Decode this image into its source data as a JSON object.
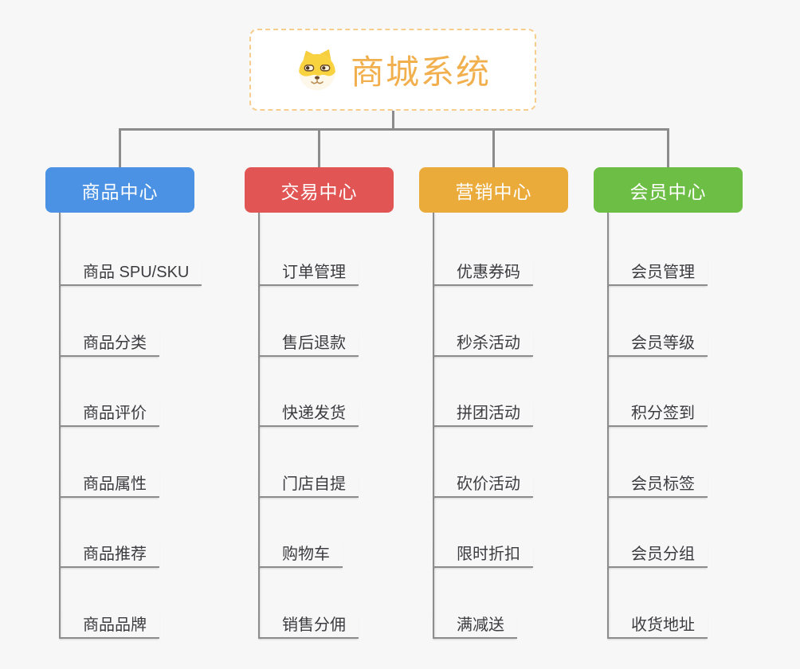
{
  "root": {
    "title": "商城系统",
    "icon": "dog-face-icon"
  },
  "branches": [
    {
      "label": "商品中心",
      "color": "#4B92E5",
      "items": [
        "商品 SPU/SKU",
        "商品分类",
        "商品评价",
        "商品属性",
        "商品推荐",
        "商品品牌"
      ]
    },
    {
      "label": "交易中心",
      "color": "#E15654",
      "items": [
        "订单管理",
        "售后退款",
        "快递发货",
        "门店自提",
        "购物车",
        "销售分佣"
      ]
    },
    {
      "label": "营销中心",
      "color": "#EAAB3B",
      "items": [
        "优惠券码",
        "秒杀活动",
        "拼团活动",
        "砍价活动",
        "限时折扣",
        "满减送"
      ]
    },
    {
      "label": "会员中心",
      "color": "#6CBE45",
      "items": [
        "会员管理",
        "会员等级",
        "积分签到",
        "会员标签",
        "会员分组",
        "收货地址"
      ]
    }
  ],
  "colors": {
    "background": "#F7F7F7",
    "connector_line": "#8C8C8C",
    "root_border": "#F6CD8D",
    "root_text": "#F1AF4D",
    "leaf_text": "#3B3B40",
    "branch_text": "#FFFFFF"
  }
}
